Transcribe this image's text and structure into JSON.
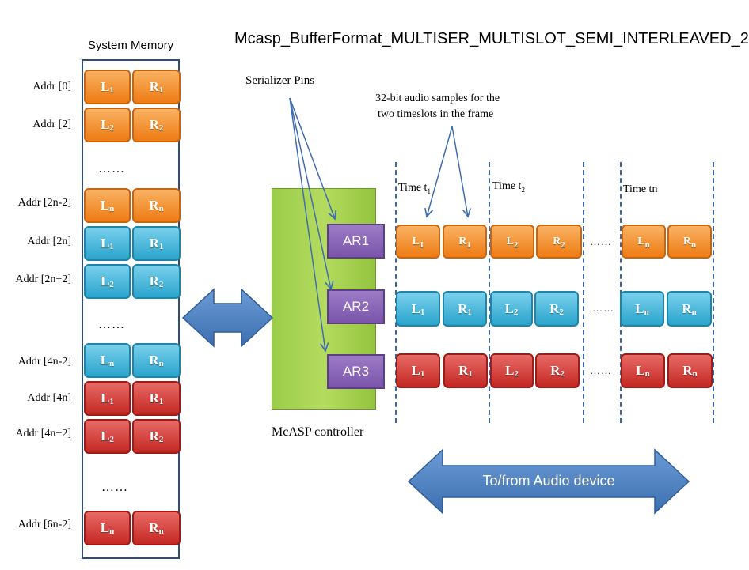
{
  "title": "Mcasp_BufferFormat_MULTISER_MULTISLOT_SEMI_INTERLEAVED_2",
  "memory": {
    "label": "System Memory",
    "addresses": [
      "Addr  [0]",
      "Addr  [2]",
      "Addr  [2n-2]",
      "Addr  [2n]",
      "Addr  [2n+2]",
      "Addr  [4n-2]",
      "Addr  [4n]",
      "Addr  [4n+2]",
      "Addr  [6n-2]"
    ],
    "ellipsis": [
      "……",
      "……",
      "……"
    ]
  },
  "controller": {
    "label": "McASP controller",
    "serializers": [
      "AR1",
      "AR2",
      "AR3"
    ]
  },
  "annotations": {
    "serializer_pins": "Serializer Pins",
    "samples_line1": "32-bit audio samples for the",
    "samples_line2": "two timeslots in the frame"
  },
  "timeslots": {
    "t1": "Time t",
    "t1_sub": "1",
    "t2": "Time t",
    "t2_sub": "2",
    "tn": "Time tn",
    "ellipsis": "……"
  },
  "audio_arrow_label": "To/from Audio device",
  "colors": {
    "orange": "#f29033",
    "blue": "#3bb0d6",
    "red": "#d23a36",
    "purple": "#7a55ab",
    "green": "#9bcc4a",
    "arrow": "#4a7fbf"
  }
}
